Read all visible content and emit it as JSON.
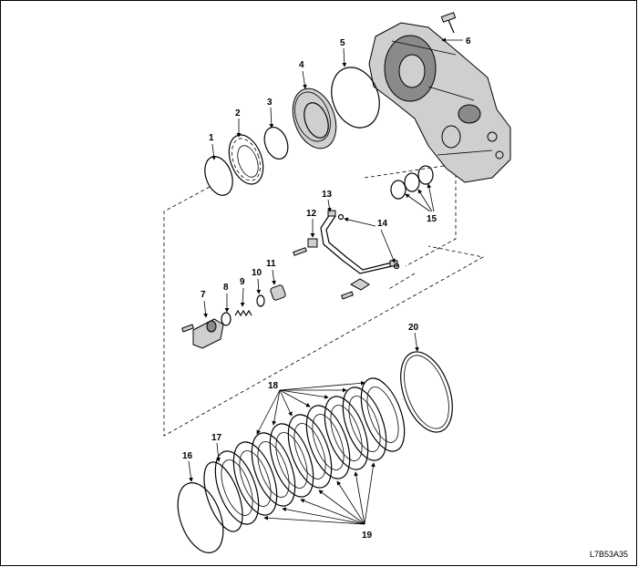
{
  "diagram": {
    "figure_code": "L7B53A35",
    "callouts": [
      "1",
      "2",
      "3",
      "4",
      "5",
      "6",
      "7",
      "8",
      "9",
      "10",
      "11",
      "12",
      "13",
      "14",
      "15",
      "16",
      "17",
      "18",
      "19",
      "20"
    ]
  }
}
